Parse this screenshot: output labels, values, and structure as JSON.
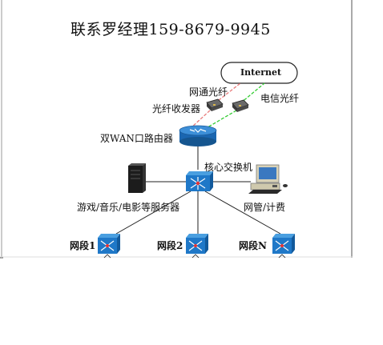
{
  "header": {
    "contact": "联系罗经理159-8679-9945"
  },
  "diagram": {
    "internet": "Internet",
    "isp_netcom_fiber": "网通光纤",
    "isp_telecom_fiber": "电信光纤",
    "fiber_transceiver": "光纤收发器",
    "dual_wan_router": "双WAN口路由器",
    "core_switch": "核心交换机",
    "servers": "游戏/音乐/电影等服务器",
    "management_pc": "网管/计费",
    "segment_1": "网段1",
    "segment_2": "网段2",
    "segment_n": "网段N"
  },
  "colors": {
    "red_fiber": "#e87a7a",
    "green_fiber": "#33cc33",
    "device_blue": "#1f78c8",
    "line": "#222222"
  }
}
